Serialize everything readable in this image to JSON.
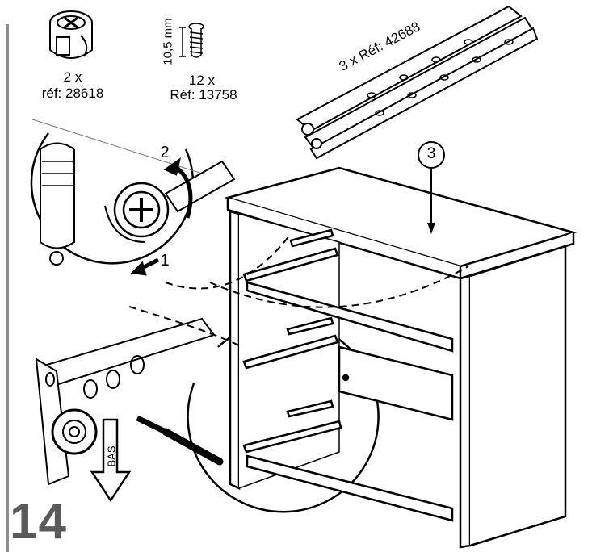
{
  "step_number": "14",
  "parts": {
    "cam_lock": {
      "qty": "2 x",
      "ref": "réf: 28618",
      "icon": "cam-lock-fitting-icon"
    },
    "screw": {
      "qty": "12 x",
      "ref": "Réf: 13758",
      "length": "10,5 mm",
      "icon": "screw-icon"
    },
    "drawer_runner": {
      "label": "3 x Réf: 42688",
      "icon": "drawer-runner-icon"
    }
  },
  "callouts": {
    "rotate_step": "2",
    "insert_step": "1",
    "part_number": "3",
    "direction_label": "BAS"
  },
  "colors": {
    "line": "#000000",
    "background": "#ffffff",
    "step_number": "#5a5a5a",
    "side_bar": "#8c8c8c"
  }
}
